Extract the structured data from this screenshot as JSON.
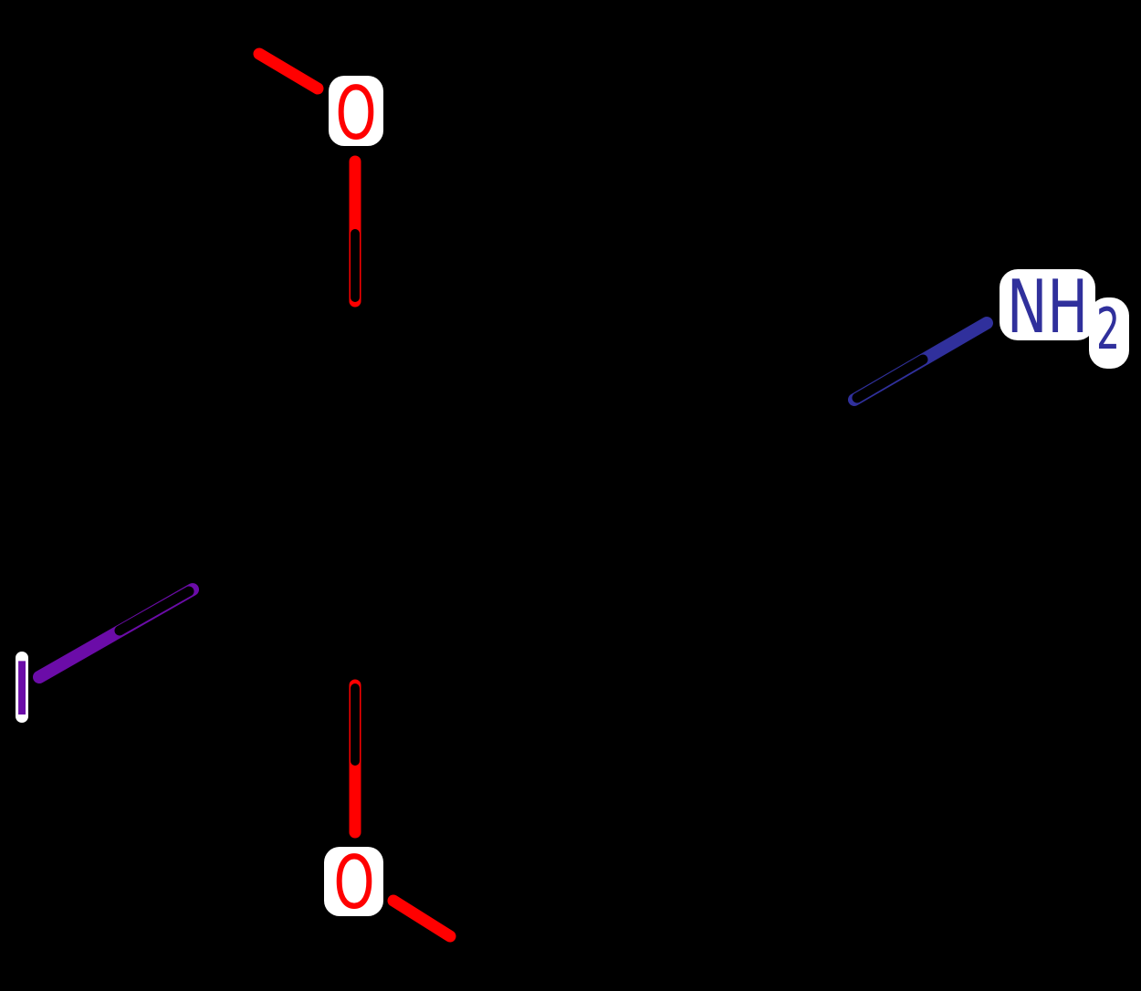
{
  "figure": {
    "type": "chemical-structure-drawing",
    "description": "Skeletal structure on black background; carbon bonds invisible, only heteroatom labels and heteroatom-colored bond halves visible"
  },
  "labels": {
    "oxygen_top": "O",
    "oxygen_bottom": "O",
    "iodine": "I",
    "amine": "NH",
    "amine_subscript": "2"
  },
  "colors": {
    "background": "#000000",
    "oxygen": "#ff0000",
    "nitrogen": "#30309c",
    "iodine": "#6b0ca8",
    "carbon": "#000000",
    "halo": "#ffffff"
  },
  "structure": {
    "visible_atoms": [
      {
        "symbol": "O",
        "position": "top methoxy",
        "color": "#ff0000"
      },
      {
        "symbol": "O",
        "position": "bottom methoxy",
        "color": "#ff0000"
      },
      {
        "symbol": "I",
        "position": "left ring substituent",
        "color": "#6b0ca8"
      },
      {
        "symbol": "NH2",
        "position": "right amine",
        "color": "#30309c"
      }
    ],
    "visible_bonds": [
      {
        "name": "top O-CH3 bond",
        "visible_half": "oxygen red half, upper-left diagonal"
      },
      {
        "name": "top O-ring bond",
        "visible_half": "oxygen red upper half, vertical"
      },
      {
        "name": "bottom O-ring bond",
        "visible_half": "oxygen red lower half, vertical"
      },
      {
        "name": "bottom O-CH3 bond",
        "visible_half": "oxygen red half, lower-right diagonal"
      },
      {
        "name": "ring-I bond",
        "visible_half": "iodine purple half toward I label"
      },
      {
        "name": "CH2-NH2 bond",
        "visible_half": "nitrogen navy half toward NH2 label"
      }
    ]
  }
}
